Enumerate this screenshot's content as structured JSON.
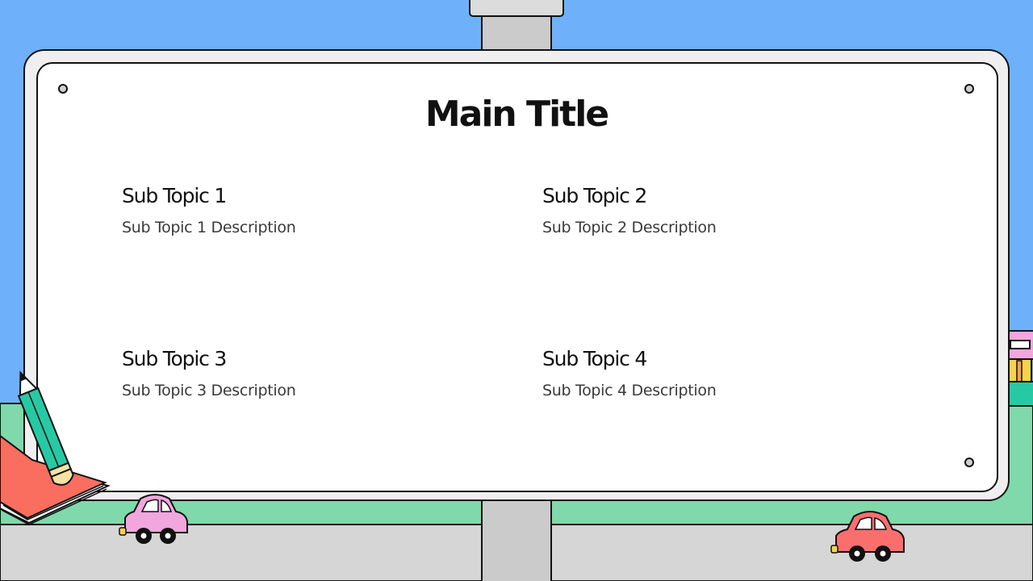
{
  "slide": {
    "title": "Main Title",
    "topics": [
      {
        "title": "Sub Topic 1",
        "description": "Sub Topic 1 Description"
      },
      {
        "title": "Sub Topic 2",
        "description": "Sub Topic 2 Description"
      },
      {
        "title": "Sub Topic 3",
        "description": "Sub Topic 3 Description"
      },
      {
        "title": "Sub Topic 4",
        "description": "Sub Topic 4 Description"
      }
    ]
  },
  "colors": {
    "sky": "#6eb1fa",
    "grass": "#7fd9aa",
    "road": "#d6d6d6",
    "pencil": "#27c9a4",
    "notebook": "#fa6e5f",
    "car_left": "#f2a6de",
    "car_right": "#fa6e6e"
  },
  "icons": [
    "pencil-icon",
    "notebook-icon",
    "pink-car-icon",
    "red-car-icon",
    "signpost-icon"
  ]
}
